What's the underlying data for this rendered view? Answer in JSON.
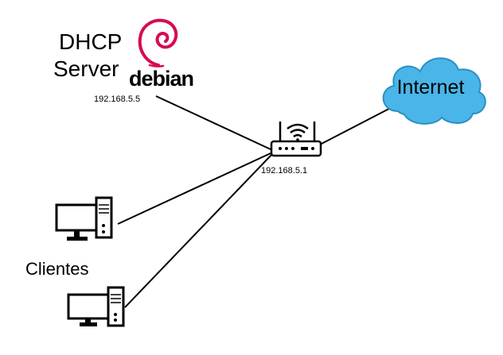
{
  "server": {
    "label_line1": "DHCP",
    "label_line2": "Server",
    "os_brand": "debian",
    "ip": "192.168.5.5",
    "icon": "debian-swirl-logo"
  },
  "router": {
    "ip": "192.168.5.1",
    "icon": "wifi-router-icon"
  },
  "internet": {
    "label": "Internet",
    "icon": "cloud-icon",
    "color": "#4AB5E8"
  },
  "clients": {
    "label": "Clientes",
    "icon": "desktop-computer-icon",
    "count": 2
  },
  "colors": {
    "debian_red": "#D70A53",
    "line": "#000000",
    "cloud_fill": "#4AB5E8",
    "cloud_stroke": "#2C8FC4"
  }
}
